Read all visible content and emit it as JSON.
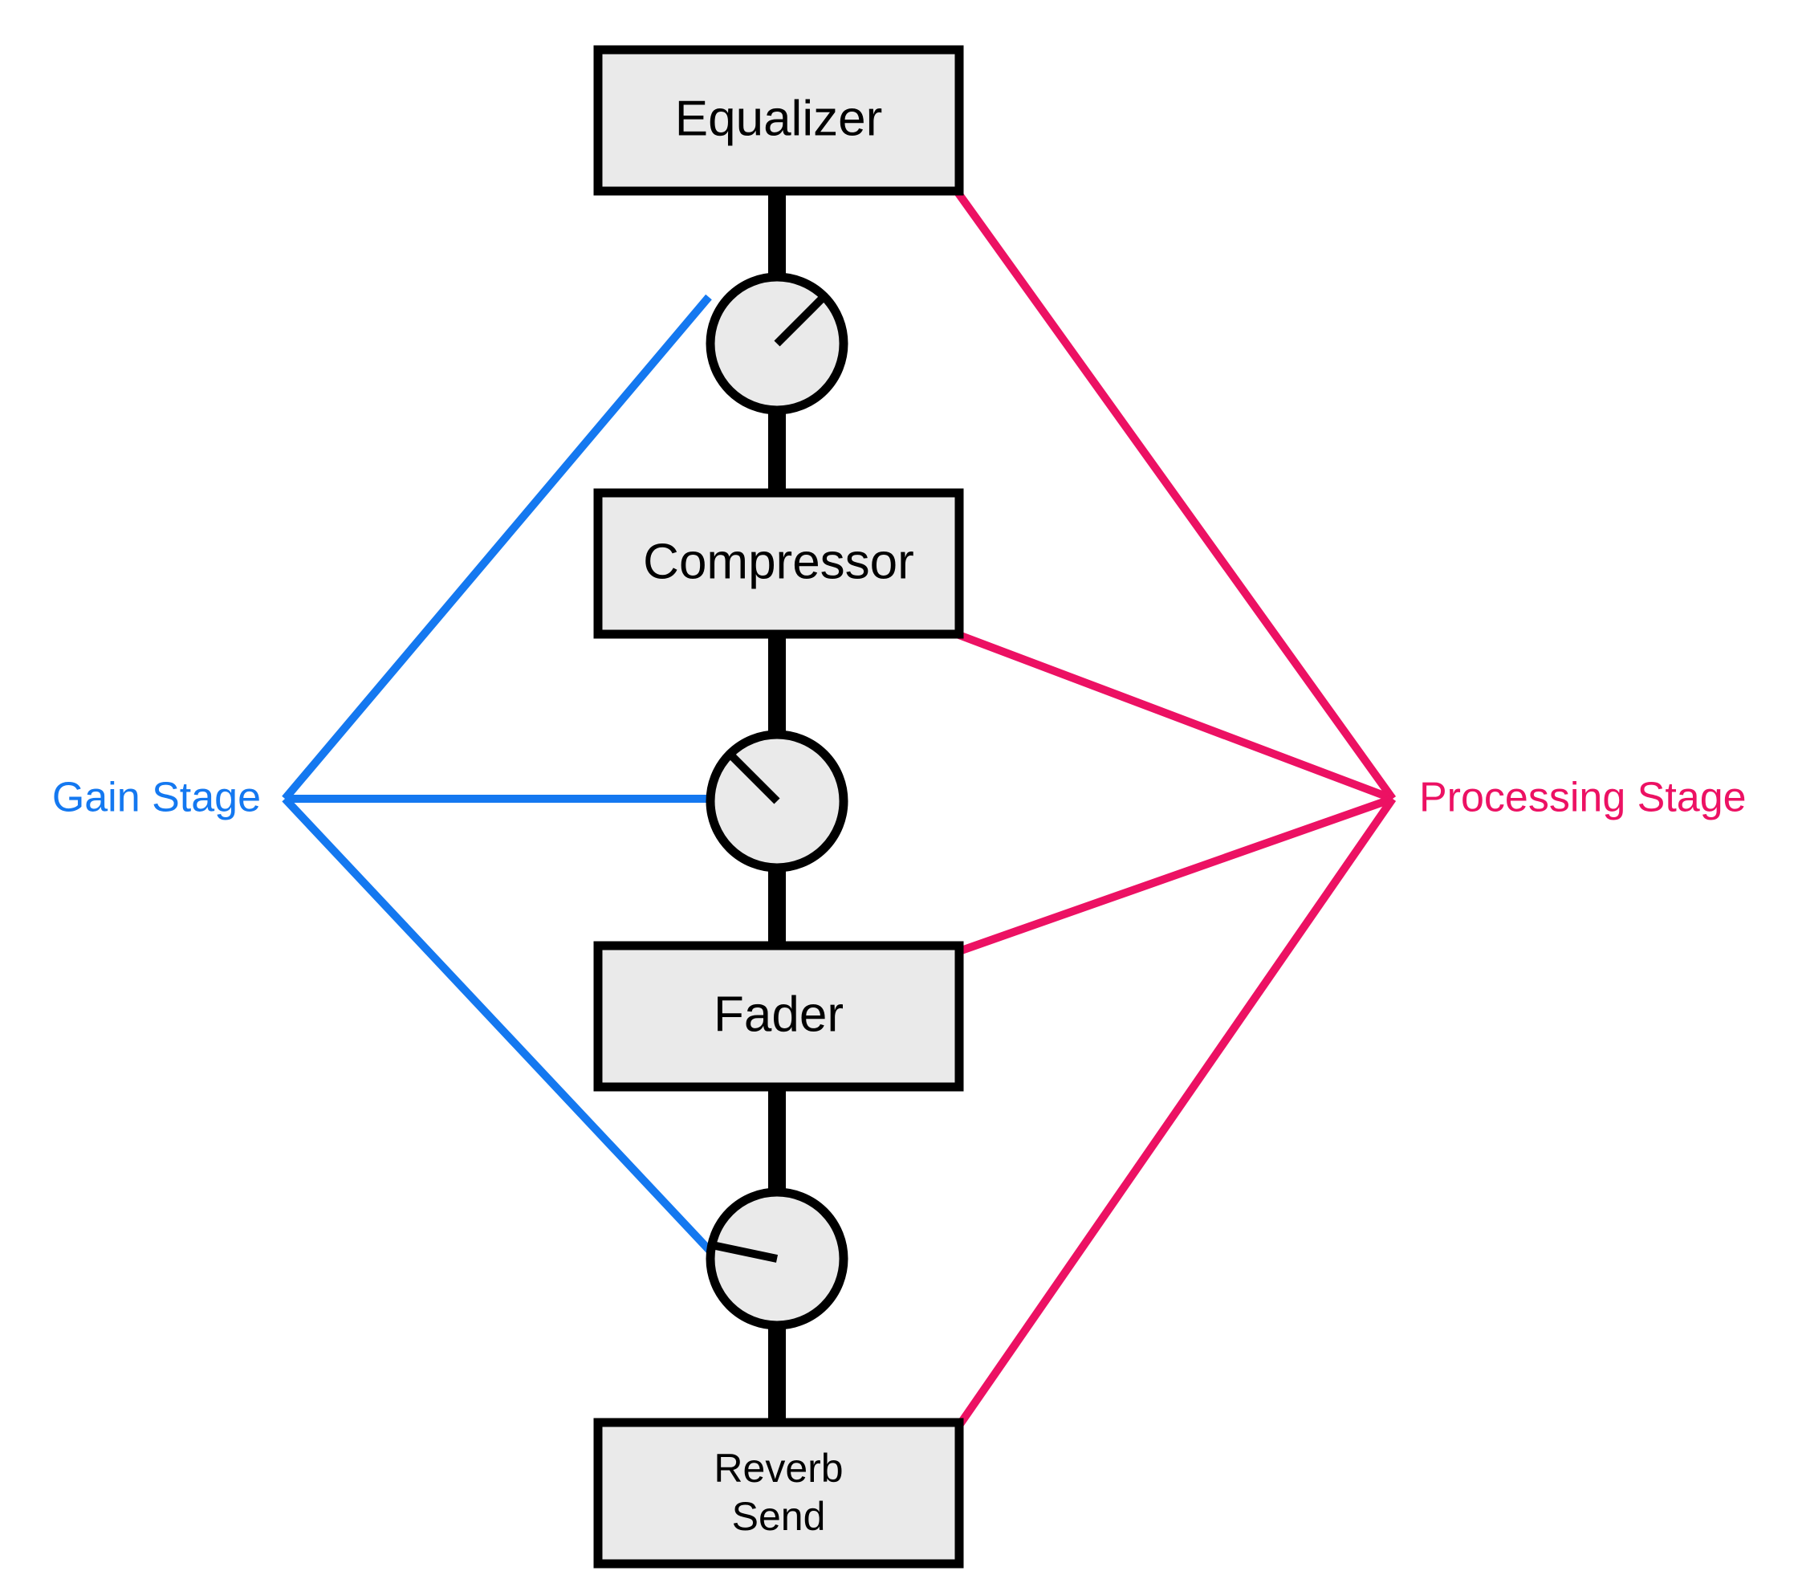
{
  "diagram": {
    "type": "signal-chain-flow",
    "background_color": "#ffffff",
    "chain_line_color": "#000000",
    "node_fill_color": "#eaeaea",
    "node_stroke_color": "#000000",
    "nodes": [
      {
        "id": "equalizer",
        "kind": "box",
        "label": "Equalizer",
        "label_line1": "Equalizer",
        "label_line2": ""
      },
      {
        "id": "knob1",
        "kind": "knob",
        "label": "",
        "pointer_angle_deg": 45
      },
      {
        "id": "compressor",
        "kind": "box",
        "label": "Compressor",
        "label_line1": "Compressor",
        "label_line2": ""
      },
      {
        "id": "knob2",
        "kind": "knob",
        "label": "",
        "pointer_angle_deg": 135
      },
      {
        "id": "fader",
        "kind": "box",
        "label": "Fader",
        "label_line1": "Fader",
        "label_line2": ""
      },
      {
        "id": "knob3",
        "kind": "knob",
        "label": "",
        "pointer_angle_deg": 192
      },
      {
        "id": "reverb_send",
        "kind": "box",
        "label": "Reverb Send",
        "label_line1": "Reverb",
        "label_line2": "Send"
      }
    ],
    "annotations": [
      {
        "id": "gain-stage",
        "label": "Gain Stage",
        "color": "#1478f0",
        "side": "left",
        "targets": [
          "knob1",
          "knob2",
          "knob3"
        ]
      },
      {
        "id": "processing-stage",
        "label": "Processing Stage",
        "color": "#ec1163",
        "side": "right",
        "targets": [
          "equalizer",
          "compressor",
          "fader",
          "reverb_send"
        ]
      }
    ]
  }
}
